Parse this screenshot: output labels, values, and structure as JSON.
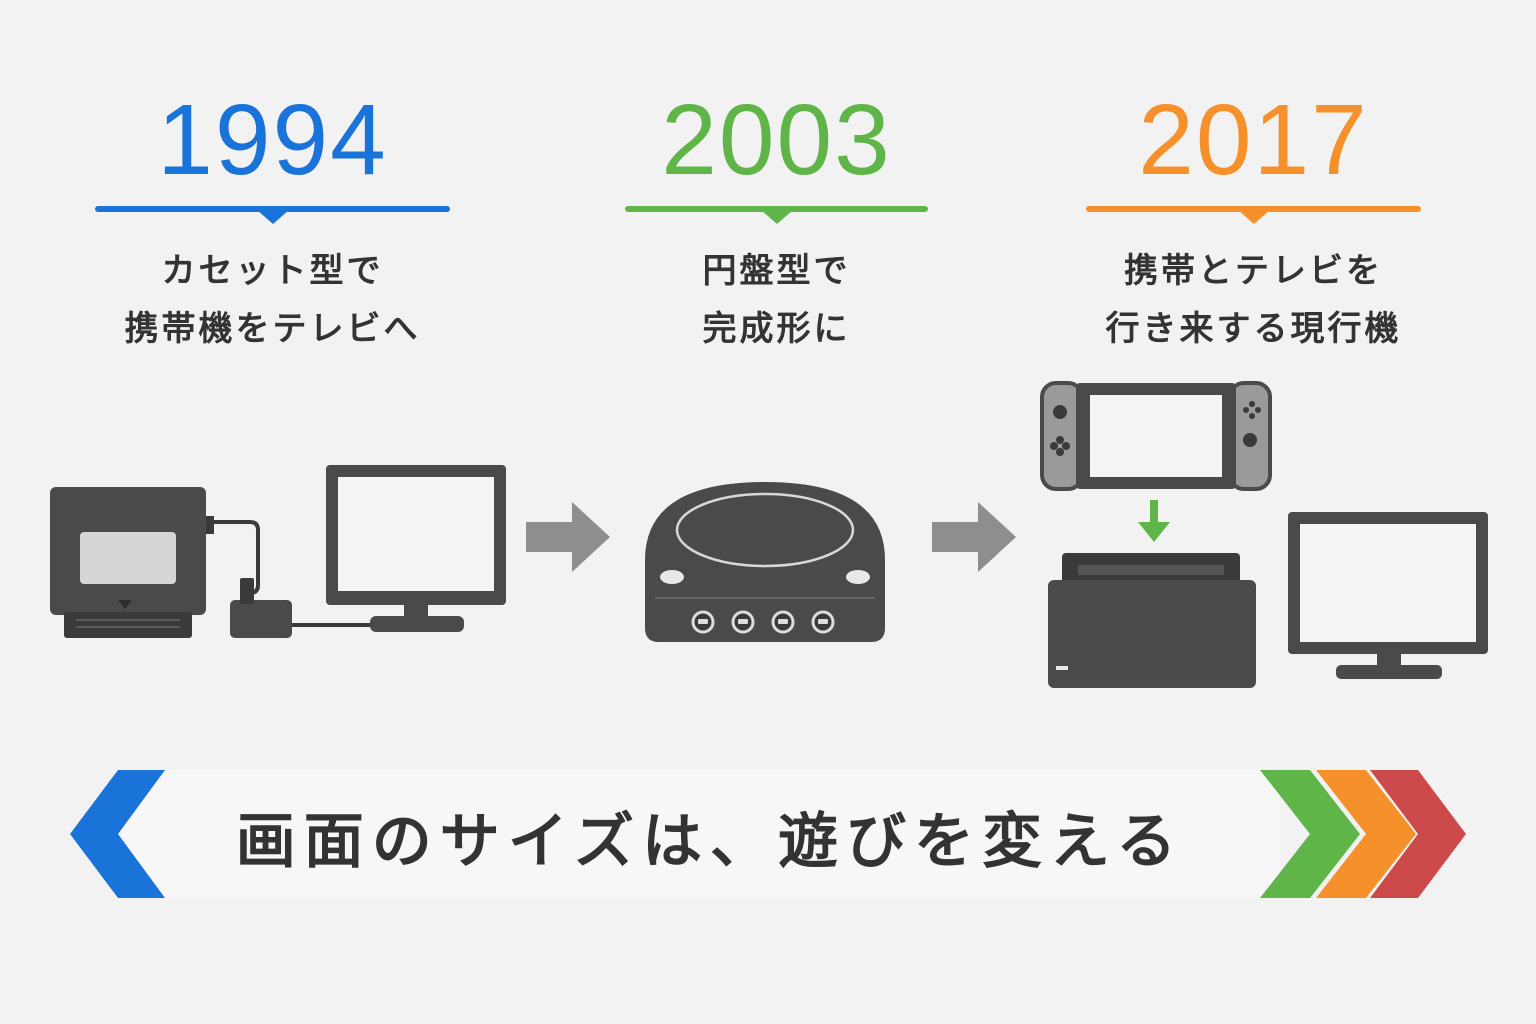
{
  "timeline": [
    {
      "year": "1994",
      "color": "#1a73d9",
      "caption_lines": [
        "カセット型で",
        "携帯機をテレビへ"
      ]
    },
    {
      "year": "2003",
      "color": "#5fb548",
      "caption_lines": [
        "円盤型で",
        "完成形に"
      ]
    },
    {
      "year": "2017",
      "color": "#f5902a",
      "caption_lines": [
        "携帯とテレビを",
        "行き来する現行機"
      ]
    }
  ],
  "illustrations": {
    "era1": [
      "cartridge-icon",
      "adapter-icon",
      "tv-monitor-icon"
    ],
    "era2": [
      "disc-console-icon"
    ],
    "era3": [
      "hybrid-handheld-icon",
      "dock-icon",
      "tv-monitor-icon"
    ]
  },
  "banner": {
    "text": "画面のサイズは、遊びを変える",
    "left_color": "#1a73d9",
    "right_colors": [
      "#5fb548",
      "#f5902a",
      "#cc4a4a"
    ]
  },
  "colors": {
    "device_body": "#4a4a4a",
    "device_dark": "#3a3a3a",
    "screen": "#f4f4f4",
    "arrow_gray": "#8e8e8e"
  }
}
